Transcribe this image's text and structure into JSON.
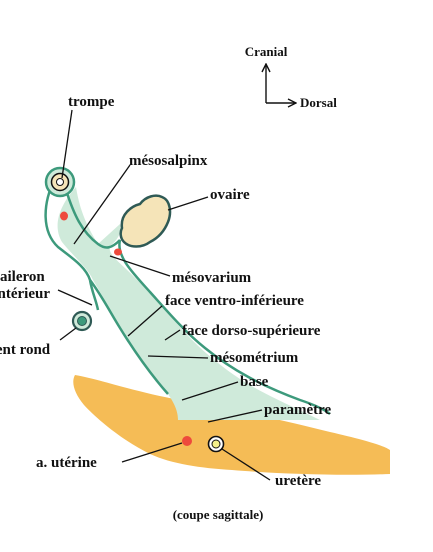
{
  "orientation": {
    "up": "Cranial",
    "right": "Dorsal"
  },
  "labels": {
    "trompe": "trompe",
    "mesosalpinx": "mésosalpinx",
    "ovaire": "ovaire",
    "aileron_line1": "aileron",
    "aileron_line2": "antérieur",
    "mesovarium": "mésovarium",
    "face_ventro": "face ventro-inférieure",
    "ligament_rond": "ligament rond",
    "face_dorso": "face dorso-supérieure",
    "mesometrium": "mésométrium",
    "base": "base",
    "parametre": "paramètre",
    "a_uterine": "a. utérine",
    "uretere": "uretère"
  },
  "caption": "(coupe sagittale)",
  "colors": {
    "ligament_fill": "#cfeada",
    "ligament_stroke": "#3d9a7c",
    "parametre_fill": "#f5bc56",
    "ovary_fill": "#f5e4b8",
    "ovary_stroke": "#2f5a55",
    "vessel_red": "#ee4a3c",
    "ureter_yellow": "#f4f08a",
    "leader_line": "#111111"
  },
  "icons": {
    "axis_cranial": "arrow-up-icon",
    "axis_dorsal": "arrow-right-icon"
  }
}
